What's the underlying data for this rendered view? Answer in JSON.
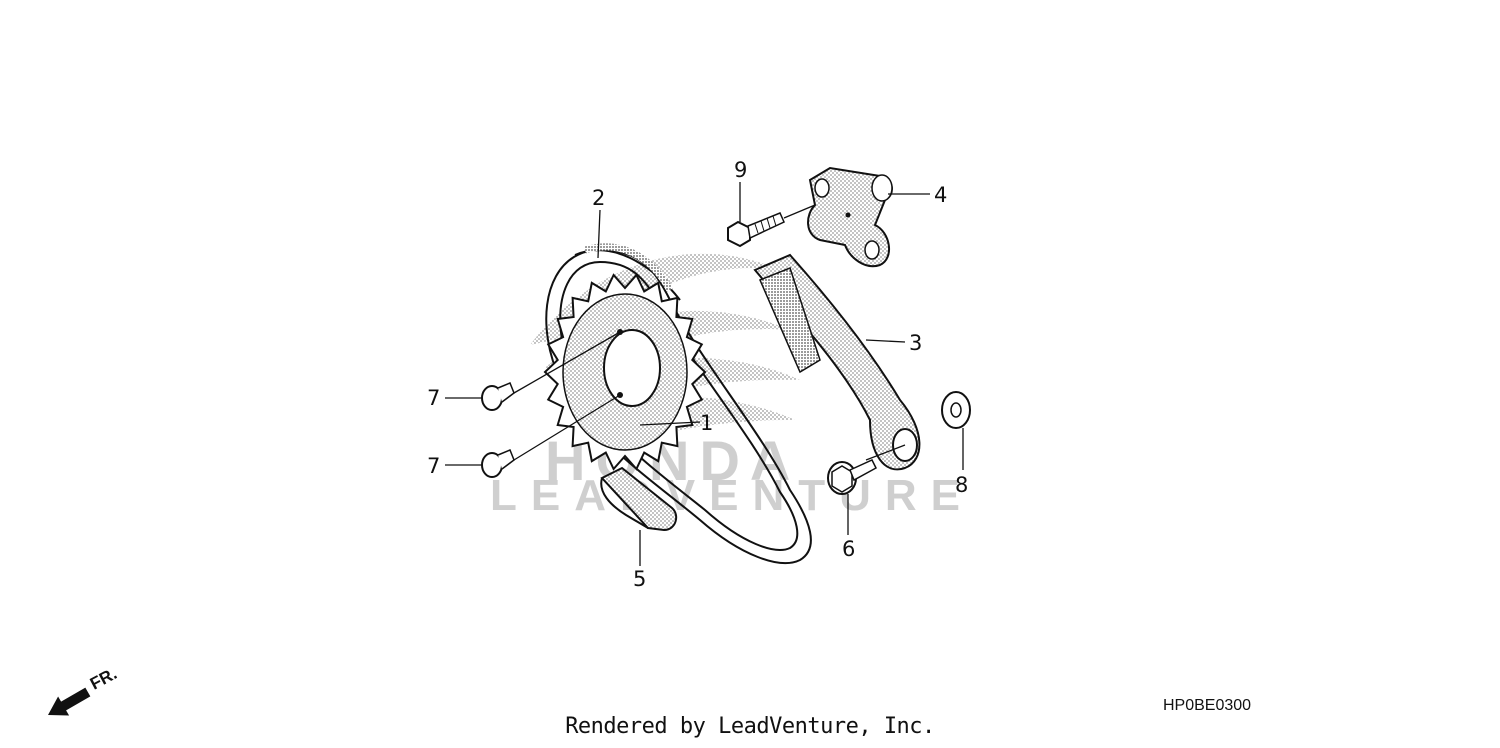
{
  "diagram": {
    "callouts": {
      "c1": "1",
      "c2": "2",
      "c3": "3",
      "c4": "4",
      "c5": "5",
      "c6": "6",
      "c7a": "7",
      "c7b": "7",
      "c8": "8",
      "c9": "9"
    },
    "direction_label": "FR.",
    "diagram_code": "HP0BE0300",
    "credit": "Rendered by LeadVenture, Inc.",
    "watermark": {
      "line1": "HONDA",
      "line2": "LEADVENTURE"
    }
  },
  "colors": {
    "ink": "#111111",
    "watermark": "#cfcfcf",
    "background": "#ffffff"
  }
}
